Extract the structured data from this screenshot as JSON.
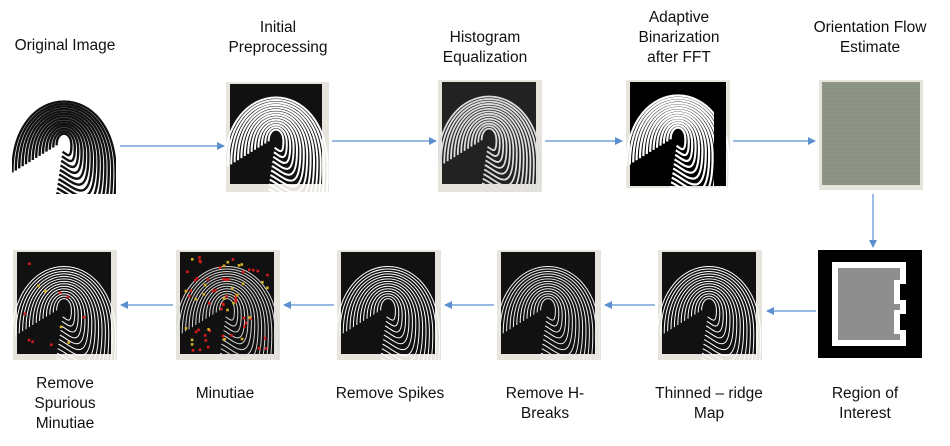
{
  "steps": [
    {
      "label": "Original Image"
    },
    {
      "label": "Initial\nPreprocessing"
    },
    {
      "label": "Histogram\nEqualization"
    },
    {
      "label": "Adaptive\nBinarization\nafter FFT"
    },
    {
      "label": "Orientation Flow\nEstimate"
    },
    {
      "label": "Region of\nInterest"
    },
    {
      "label": "Thinned – ridge\nMap"
    },
    {
      "label": "Remove H-\nBreaks"
    },
    {
      "label": "Remove Spikes"
    },
    {
      "label": "Minutiae"
    },
    {
      "label": "Remove\nSpurious\nMinutiae"
    }
  ],
  "colors": {
    "arrow": "#5b8fd0",
    "ridge": "#ffffff",
    "panel_bg": "#111111",
    "frame": "#e6e4dc",
    "orientation_field": "#8f9687",
    "roi_fill": "#8e8e8e",
    "minutia_red": "#d81b1b",
    "minutia_yellow": "#d4b21f"
  }
}
